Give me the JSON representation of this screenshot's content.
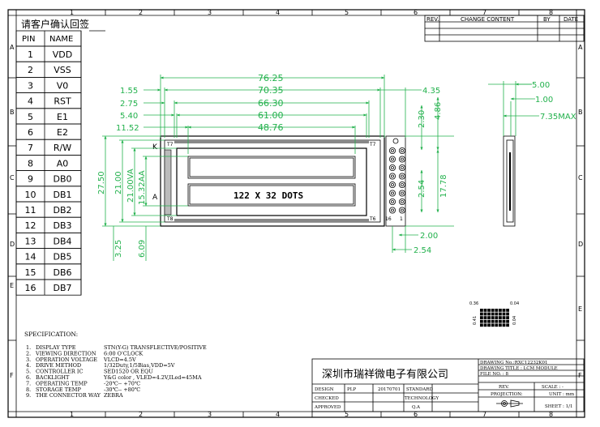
{
  "colors": {
    "line": "#000000",
    "dimension": "#22b14c",
    "background": "#ffffff"
  },
  "border": {
    "top_numbers": [
      "1",
      "2",
      "3",
      "4",
      "5",
      "6",
      "7",
      "8"
    ],
    "bottom_numbers": [
      "1",
      "2",
      "3",
      "4",
      "5",
      "6",
      "7",
      "8"
    ],
    "left_letters": [
      "A",
      "B",
      "C",
      "D",
      "E",
      "F"
    ],
    "right_letters": [
      "A",
      "B",
      "C",
      "D",
      "E",
      "F"
    ]
  },
  "revision_table": {
    "rev": "REV.",
    "change": "CHANGE CONTENT",
    "by": "BY",
    "date": "DATE"
  },
  "pin_table": {
    "caption": "请客户确认回签",
    "header_pin": "PIN",
    "header_name": "NAME",
    "rows": [
      {
        "pin": "1",
        "name": "VDD"
      },
      {
        "pin": "2",
        "name": "VSS"
      },
      {
        "pin": "3",
        "name": "V0"
      },
      {
        "pin": "4",
        "name": "RST"
      },
      {
        "pin": "5",
        "name": "E1"
      },
      {
        "pin": "6",
        "name": "E2"
      },
      {
        "pin": "7",
        "name": "R/W"
      },
      {
        "pin": "8",
        "name": "A0"
      },
      {
        "pin": "9",
        "name": "DB0"
      },
      {
        "pin": "10",
        "name": "DB1"
      },
      {
        "pin": "11",
        "name": "DB2"
      },
      {
        "pin": "12",
        "name": "DB3"
      },
      {
        "pin": "13",
        "name": "DB4"
      },
      {
        "pin": "14",
        "name": "DB5"
      },
      {
        "pin": "15",
        "name": "DB6"
      },
      {
        "pin": "16",
        "name": "DB7"
      }
    ]
  },
  "dimensions_top": [
    "1.55",
    "2.75",
    "5.40",
    "11.52",
    "76.25",
    "70.35",
    "66.30",
    "61.00",
    "48.76",
    "4.35"
  ],
  "dimensions_left": [
    "27.50",
    "21.00",
    "21.00VA",
    "15.32AA"
  ],
  "dimensions_bottom_left": [
    "3.25",
    "6.09"
  ],
  "dimensions_right": [
    "2.30",
    "4.86",
    "2.54",
    "17.78",
    "2.00",
    "2.54"
  ],
  "dimensions_side": [
    "5.00",
    "1.00",
    "7.35MAX"
  ],
  "lcd": {
    "display_text": "122 X 32 DOTS",
    "pin_start": "1",
    "pin_end": "16",
    "corner_tl": "T7",
    "corner_bl": "T8",
    "corner_tr": "T7",
    "corner_br": "T6",
    "label_k": "K",
    "label_a": "A"
  },
  "pad_detail": {
    "dim_a": "0.36",
    "dim_b": "0.04",
    "dim_c": "0.41",
    "dim_d": "0.04"
  },
  "specification": {
    "title": "SPECIFICATION:",
    "items": [
      {
        "num": "1.",
        "label": "DISPLAY TYPE",
        "value": "STN(Y-G) TRANSFLECTIVE/POSITIVE"
      },
      {
        "num": "2.",
        "label": "VIEWING DIRECTION",
        "value": "6:00 O'CLOCK"
      },
      {
        "num": "3.",
        "label": "OPERATION VOLTAGE",
        "value": "VLCD=4.5V"
      },
      {
        "num": "4.",
        "label": "DRIVE METHOD",
        "value": "1/32Duty,1/5Bias,VDD=5V"
      },
      {
        "num": "5.",
        "label": "CONTROLLER IC",
        "value": "SED1520 OR EQU"
      },
      {
        "num": "6.",
        "label": "BACKLIGHT",
        "value": "Y&G color , VLED=4.2V,ILed=45MA"
      },
      {
        "num": "7.",
        "label": "OPERATING TEMP",
        "value": "-20℃-- +70℃"
      },
      {
        "num": "8.",
        "label": "STORAGE TEMP",
        "value": "-30℃-- +80℃"
      },
      {
        "num": "9.",
        "label": "THE CONNECTOR WAY",
        "value": "ZEBRA"
      }
    ]
  },
  "title_block": {
    "company": "深圳市瑞祥微电子有限公司",
    "drawing_no": "DRAWING No.:RXC12232K01",
    "drawing_title": "DRAWING TITLE : LCM MODULE",
    "file_no": "FILE NO. : 8",
    "design_label": "DESIGN",
    "design_value": "PLP",
    "date_value": "20170701",
    "standard": "STANDARD",
    "checked": "CHECKED",
    "technology": "TECHNOLOGY",
    "approved": "APPROVED",
    "qa": "Q.A",
    "rev": "REV.",
    "scale": "SCALE : -",
    "projection": "PROJECTION:",
    "unit": "UNIT : mm",
    "sheet": "SHEET : 1/1"
  }
}
